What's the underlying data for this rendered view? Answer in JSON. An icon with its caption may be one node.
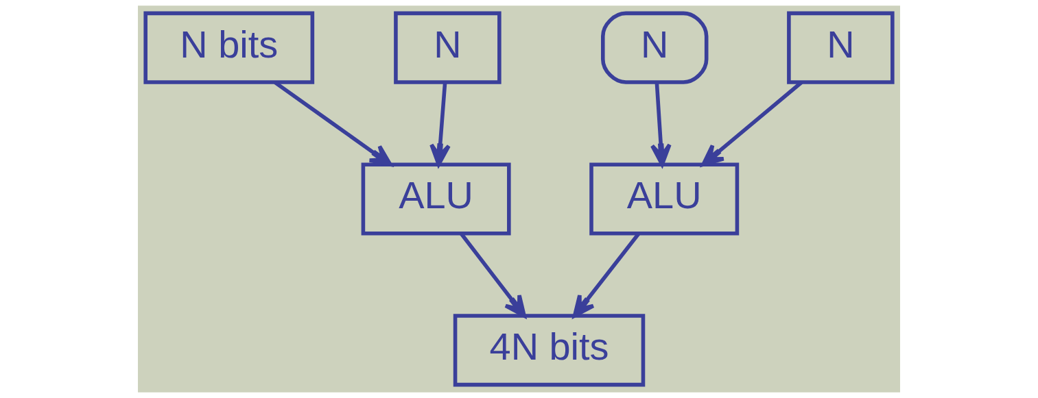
{
  "diagram": {
    "nodes": [
      {
        "text": [
          "N bits"
        ]
      },
      {
        "text": [
          "N"
        ]
      },
      {
        "text": [
          "N"
        ]
      },
      {
        "text": [
          "N"
        ]
      },
      {
        "text": [
          "ALU"
        ]
      },
      {
        "text": [
          "ALU"
        ]
      },
      {
        "text": [
          "4N bits"
        ]
      }
    ],
    "edges": [
      {
        "from": 0,
        "to": 4,
        "arrow": "to"
      },
      {
        "from": 1,
        "to": 4,
        "arrow": "to"
      },
      {
        "from": 2,
        "to": 5,
        "arrow": "to"
      },
      {
        "from": 3,
        "to": 5,
        "arrow": "to"
      },
      {
        "from": 4,
        "to": 6,
        "arrow": "to"
      },
      {
        "from": 5,
        "to": 6,
        "arrow": "to"
      }
    ]
  }
}
